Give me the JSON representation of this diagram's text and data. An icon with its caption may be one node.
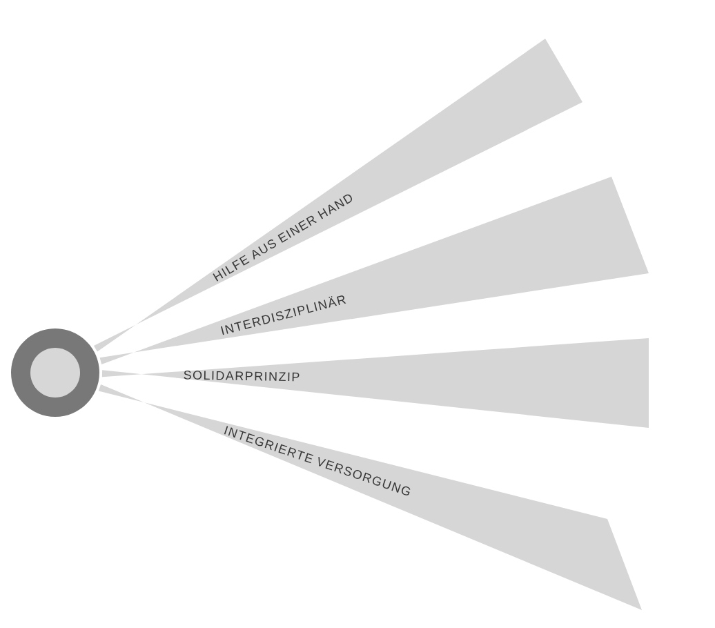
{
  "diagram": {
    "nodes": [
      {
        "text": [
          "HILFE AUS EINER HAND"
        ]
      },
      {
        "text": [
          "INTERDISZIPLINÄR"
        ]
      },
      {
        "text": [
          "SOLIDARPRINZIP"
        ]
      },
      {
        "text": [
          "INTEGRIERTE VERSORGUNG"
        ]
      }
    ]
  }
}
